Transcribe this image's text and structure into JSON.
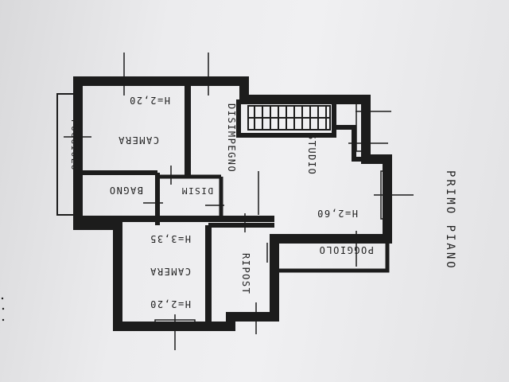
{
  "plan": {
    "floor_label": "PRIMO PIANO",
    "rooms": {
      "camera_top": "CAMERA",
      "camera_top_height": "H=2,20",
      "poggiolo_left": "POGGIOLO",
      "bagno": "BAGNO",
      "disimp_small": "DISIM",
      "disimpegno": "DISIMPEGNO",
      "studio": "STUDIO",
      "studio_height": "H=2,60",
      "poggiolo_right": "POGGIOLO",
      "camera_bottom": "CAMERA",
      "camera_bottom_height_a": "H=3,35",
      "camera_bottom_height_b": "H=2,20",
      "ripost": "RIPOST"
    }
  },
  "colors": {
    "paper": "#ececee",
    "wall": "#1c1c1c",
    "ink": "#1f1f1f"
  }
}
